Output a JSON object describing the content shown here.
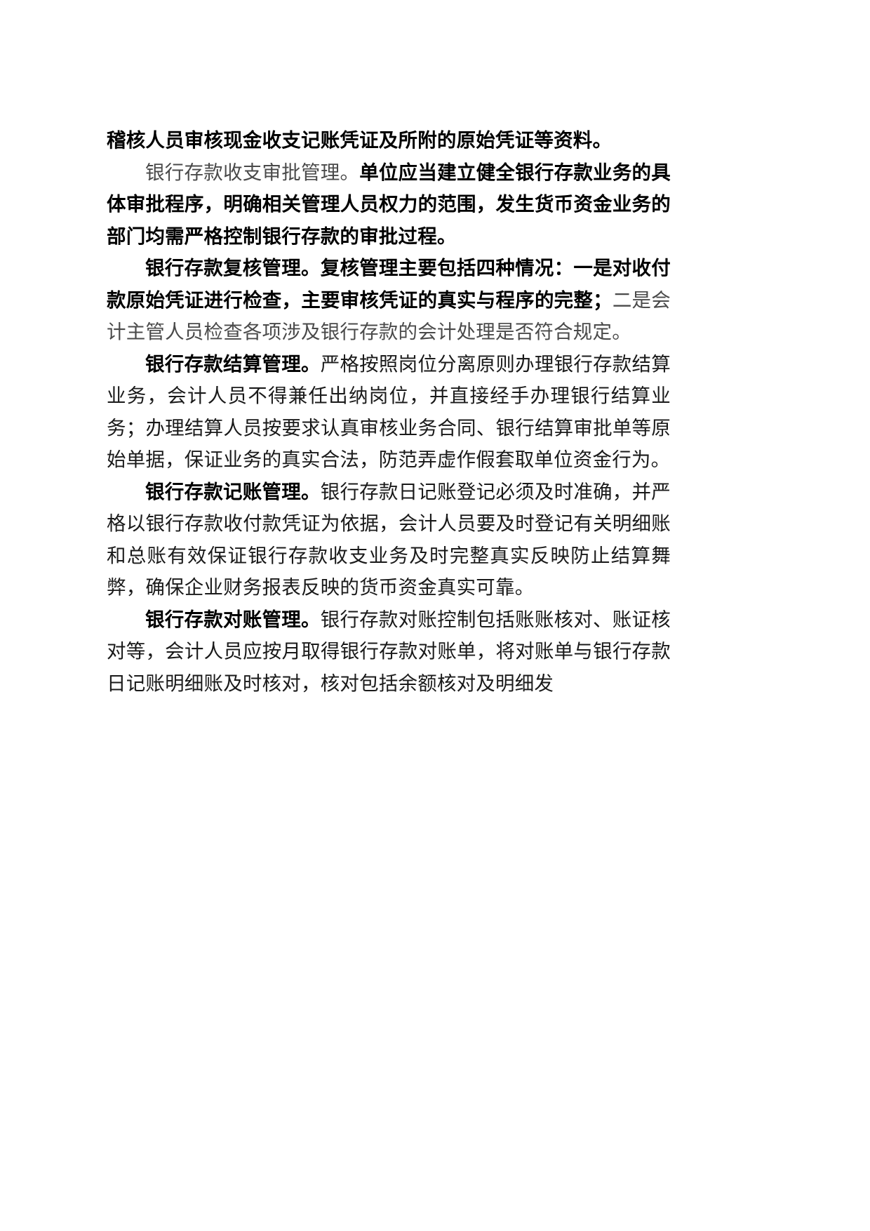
{
  "document": {
    "language": "zh-CN",
    "page_background": "#ffffff",
    "text_color": "#000000",
    "paragraphs": [
      {
        "id": "p1",
        "indent": false,
        "runs": [
          {
            "weight": "bold",
            "text": "稽核人员审核现金收支记账凭证及所附的原始凭证等资料。"
          }
        ]
      },
      {
        "id": "p2",
        "indent": true,
        "runs": [
          {
            "weight": "light",
            "text": "银行存款收支审批管理。"
          },
          {
            "weight": "bold",
            "text": "单位应当建立健全银行存款业务的具体审批程序，明确相关管理人员权力的范围，发生货币资金业务的部门均需严格控制银行存款的审批过程。"
          }
        ]
      },
      {
        "id": "p3",
        "indent": true,
        "runs": [
          {
            "weight": "bold",
            "text": "银行存款复核管理。复核管理主要包括四种情况：一是对收付款原始凭证进行检查，主要审核凭证的真实与程序的完整；"
          },
          {
            "weight": "light",
            "text": "二是会计主管人员检查各项涉及银行存款的会计处理是否符合规定。"
          }
        ]
      },
      {
        "id": "p4",
        "indent": true,
        "runs": [
          {
            "weight": "bold",
            "text": "银行存款结算管理。"
          },
          {
            "weight": "regular",
            "text": "严格按照岗位分离原则办理银行存款结算业务，会计人员不得兼任出纳岗位，并直接经手办理银行结算业务；办理结算人员按要求认真审核业务合同、银行结算审批单等原始单据，保证业务的真实合法，防范弄虚作假套取单位资金行为。"
          }
        ]
      },
      {
        "id": "p5",
        "indent": true,
        "runs": [
          {
            "weight": "bold",
            "text": "银行存款记账管理。"
          },
          {
            "weight": "regular",
            "text": "银行存款日记账登记必须及时准确，并严格以银行存款收付款凭证为依据，会计人员要及时登记有关明细账和总账有效保证银行存款收支业务及时完整真实反映防止结算舞弊，确保企业财务报表反映的货币资金真实可靠。"
          }
        ]
      },
      {
        "id": "p6",
        "indent": true,
        "runs": [
          {
            "weight": "bold",
            "text": "银行存款对账管理。"
          },
          {
            "weight": "regular",
            "text": "银行存款对账控制包括账账核对、账证核对等，会计人员应按月取得银行存款对账单，将对账单与银行存款日记账明细账及时核对，核对包括余额核对及明细发"
          }
        ]
      }
    ]
  }
}
